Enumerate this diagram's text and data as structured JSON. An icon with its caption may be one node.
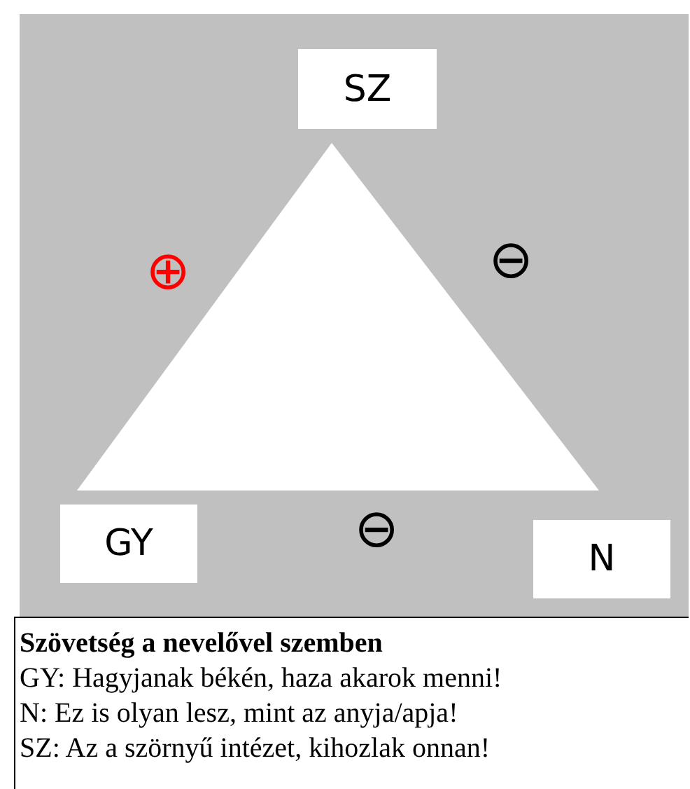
{
  "diagram": {
    "title": "Szövetség a nevelővel szemben",
    "nodes": [
      {
        "text": [
          "SZ"
        ]
      },
      {
        "text": [
          "GY"
        ]
      },
      {
        "text": [
          "N"
        ]
      }
    ],
    "labels": [
      "⊕",
      "⊖",
      "⊖",
      "GY: Hagyjanak békén, haza akarok menni!",
      "N: Ez is olyan lesz, mint az anyja/apja!",
      "SZ: Az a szörnyű intézet, kihozlak onnan!"
    ]
  }
}
